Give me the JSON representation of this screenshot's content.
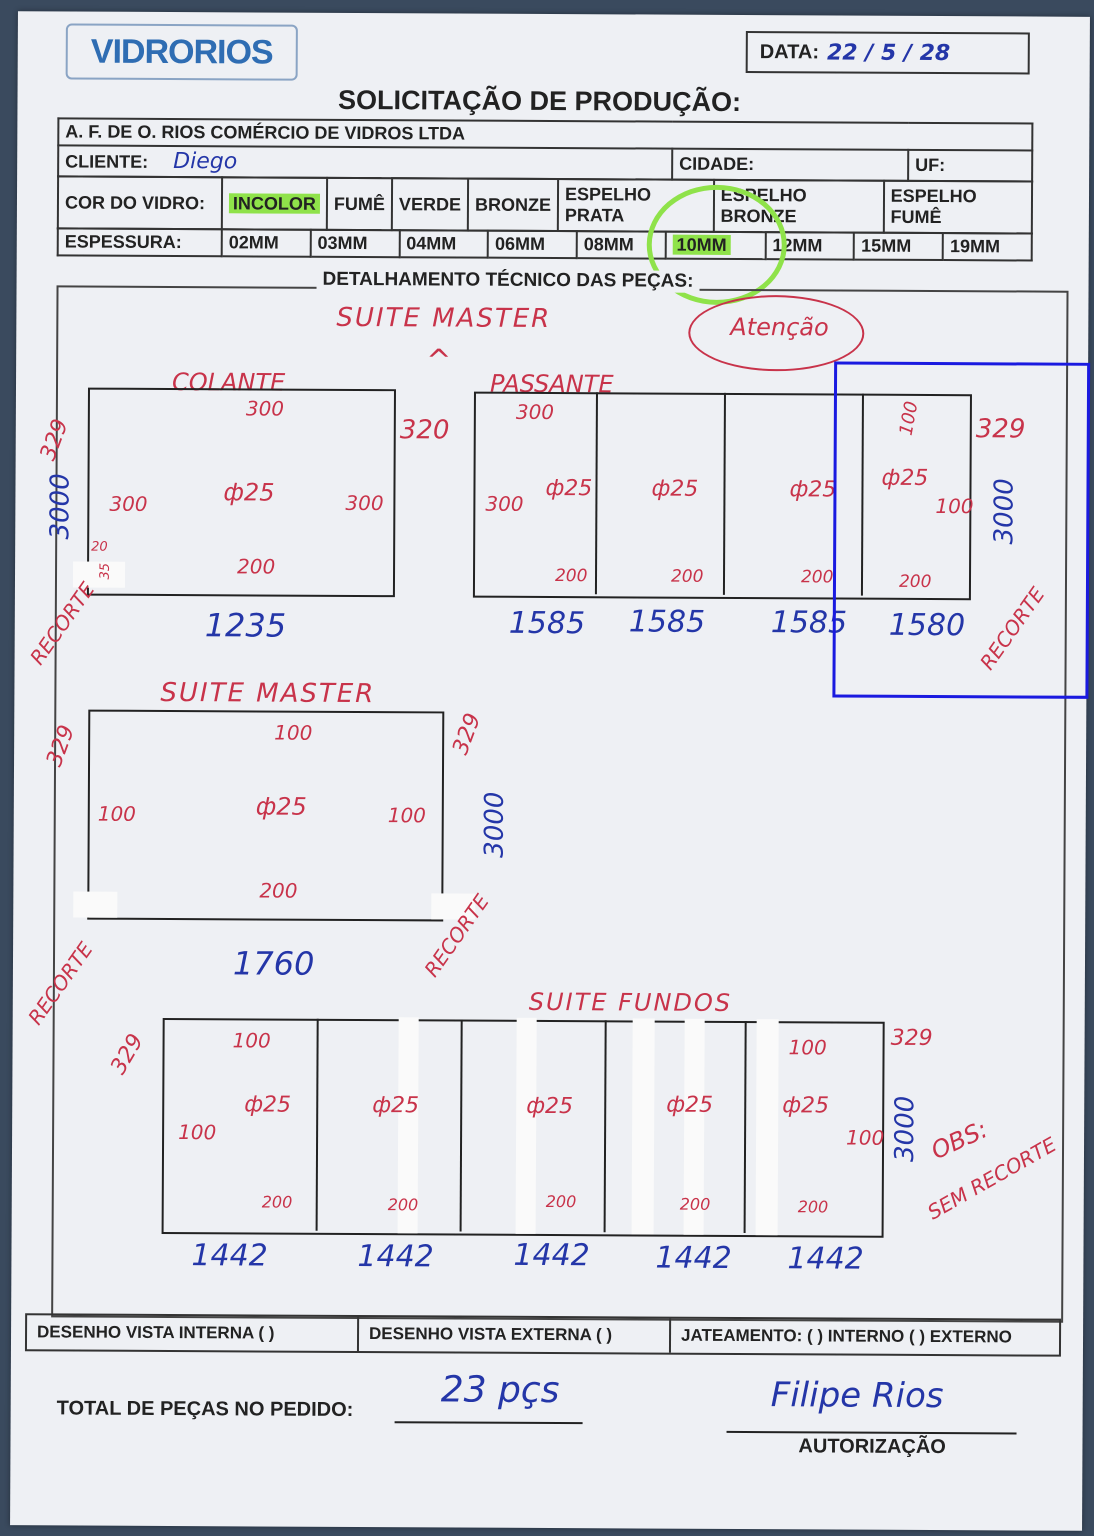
{
  "header": {
    "logo": "VIDRORIOS",
    "date_label": "DATA:",
    "date_value": "22 / 5 / 28",
    "title": "SOLICITAÇÃO DE PRODUÇÃO:",
    "company": "A. F. DE O. RIOS COMÉRCIO DE VIDROS LTDA",
    "client_label": "CLIENTE:",
    "client_value": "Diego",
    "city_label": "CIDADE:",
    "uf_label": "UF:"
  },
  "glass": {
    "color_label": "COR DO VIDRO:",
    "colors": [
      "INCOLOR",
      "FUMÊ",
      "VERDE",
      "BRONZE",
      "ESPELHO PRATA",
      "ESPELHO BRONZE",
      "ESPELHO FUMÊ"
    ],
    "selected_color": "INCOLOR",
    "thickness_label": "ESPESSURA:",
    "thicknesses": [
      "02MM",
      "03MM",
      "04MM",
      "06MM",
      "08MM",
      "10MM",
      "12MM",
      "15MM",
      "19MM"
    ],
    "selected_thickness": "10MM"
  },
  "detail": {
    "section_title": "DETALHAMENTO TÉCNICO DAS PEÇAS:",
    "note_attention": "Atenção",
    "section1_title": "SUITE MASTER",
    "colante_label": "COLANTE",
    "passante_label": "PASSANTE",
    "section2_title": "SUITE MASTER",
    "section3_title": "SUITE FUNDOS",
    "recorte": "RECORTE",
    "obs": "OBS:",
    "sem_recorte": "SEM RECORTE",
    "dims": {
      "h3000": "3000",
      "w1235": "1235",
      "w1585a": "1585",
      "w1585b": "1585",
      "w1585c": "1585",
      "w1580": "1580",
      "w1760": "1760",
      "w1442a": "1442",
      "w1442b": "1442",
      "w1442c": "1442",
      "w1442d": "1442",
      "w1442e": "1442"
    },
    "marks": {
      "m300": "300",
      "m320": "320",
      "m329": "329",
      "m25": "ф25",
      "m200": "200",
      "m100": "100",
      "m20": "20",
      "m35": "35"
    }
  },
  "footer": {
    "internal": "DESENHO VISTA INTERNA ( )",
    "external": "DESENHO VISTA EXTERNA ( )",
    "jateamento": "JATEAMENTO: ( ) INTERNO ( ) EXTERNO",
    "total_label": "TOTAL DE PEÇAS NO PEDIDO:",
    "total_value": "23 pçs",
    "auth_label": "AUTORIZAÇÃO",
    "signature": "Filipe Rios"
  }
}
